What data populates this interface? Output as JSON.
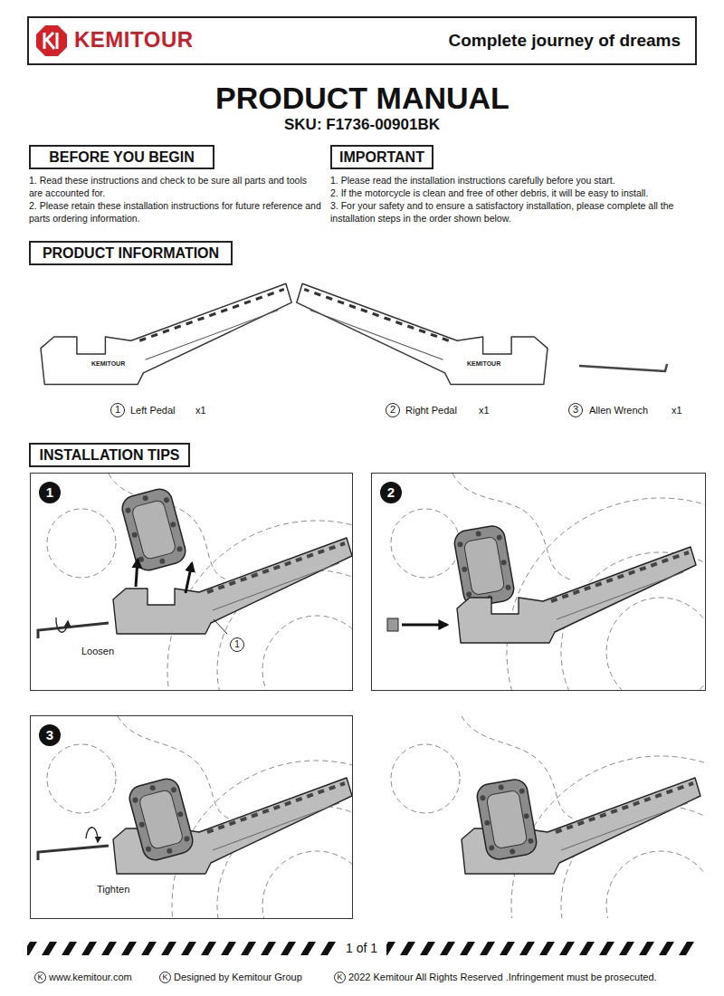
{
  "diagram": {
    "title": "PRODUCT MANUAL",
    "nodes": [
      {
        "text": [
          "KEMITOUR",
          "Complete journey of dreams"
        ]
      },
      {
        "text": [
          "BEFORE YOU BEGIN"
        ]
      },
      {
        "text": [
          "IMPORTANT"
        ]
      },
      {
        "text": [
          "PRODUCT INFORMATION"
        ]
      },
      {
        "text": [
          "INSTALLATION TIPS"
        ]
      },
      {
        "text": [
          "1",
          "Loosen",
          "1"
        ]
      },
      {
        "text": [
          "2"
        ]
      },
      {
        "text": [
          "3",
          "Tighten"
        ]
      }
    ],
    "labels": [
      "SKU: F1736-00901BK",
      "1. Read these instructions and check to be sure all parts and tools are accounted for.",
      "2. Please retain these installation instructions for future reference and parts ordering information.",
      "1. Please read the installation instructions carefully before you start.",
      "2. If the motorcycle is clean and free of other debris, it will be easy to install.",
      "3. For your safety and to ensure a satisfactory installation, please complete all the installation steps in the order shown below.",
      "KEMITOUR",
      "KEMITOUR",
      "1",
      "Left Pedal",
      "x1",
      "2",
      "Right Pedal",
      "x1",
      "3",
      "Allen Wrench",
      "x1",
      "1 of 1",
      "K",
      "www.kemitour.com",
      "K",
      "Designed by Kemitour Group",
      "K",
      "2022 Kemitour All Rights Reserved .Infringement must be prosecuted."
    ]
  }
}
